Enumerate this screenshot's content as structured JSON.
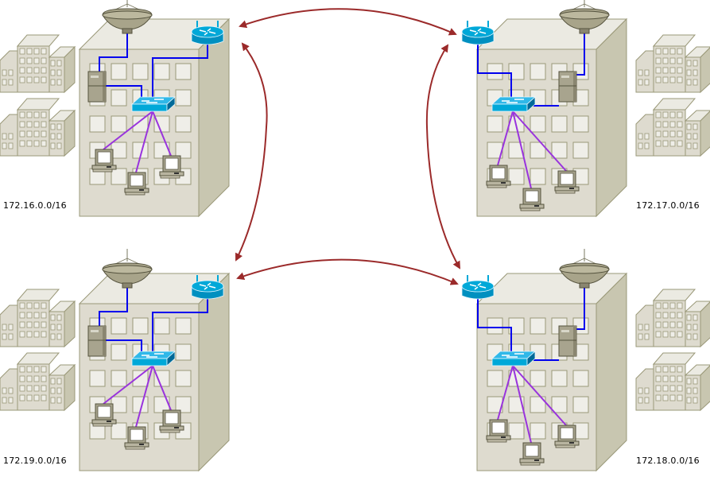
{
  "diagram": {
    "title": "",
    "sites": [
      {
        "id": "site-nw",
        "network": "172.16.0.0/16",
        "mirror": false,
        "devices": [
          "satellite-dish",
          "router",
          "server",
          "switch",
          "workstation",
          "workstation",
          "workstation"
        ]
      },
      {
        "id": "site-ne",
        "network": "172.17.0.0/16",
        "mirror": true,
        "devices": [
          "satellite-dish",
          "router",
          "server",
          "switch",
          "workstation",
          "workstation",
          "workstation"
        ]
      },
      {
        "id": "site-se",
        "network": "172.18.0.0/16",
        "mirror": true,
        "devices": [
          "satellite-dish",
          "router",
          "server",
          "switch",
          "workstation",
          "workstation",
          "workstation"
        ]
      },
      {
        "id": "site-sw",
        "network": "172.19.0.0/16",
        "mirror": false,
        "devices": [
          "satellite-dish",
          "router",
          "server",
          "switch",
          "workstation",
          "workstation",
          "workstation"
        ]
      }
    ],
    "links": [
      {
        "from": "site-nw",
        "to": "site-ne",
        "type": "bidirectional-wan"
      },
      {
        "from": "site-nw",
        "to": "site-sw",
        "type": "bidirectional-wan"
      },
      {
        "from": "site-ne",
        "to": "site-se",
        "type": "bidirectional-wan"
      },
      {
        "from": "site-sw",
        "to": "site-se",
        "type": "bidirectional-wan"
      }
    ],
    "colors": {
      "wan_link": "#9b2a2a",
      "lan_uplink": "#0000ee",
      "lan_access": "#9933dd",
      "device_blue": "#00a8d8",
      "building_face": "#dedbcf",
      "building_side": "#c8c6b0",
      "building_top": "#ebeae2",
      "building_outline": "#9a9878",
      "window": "#efeee8"
    }
  }
}
